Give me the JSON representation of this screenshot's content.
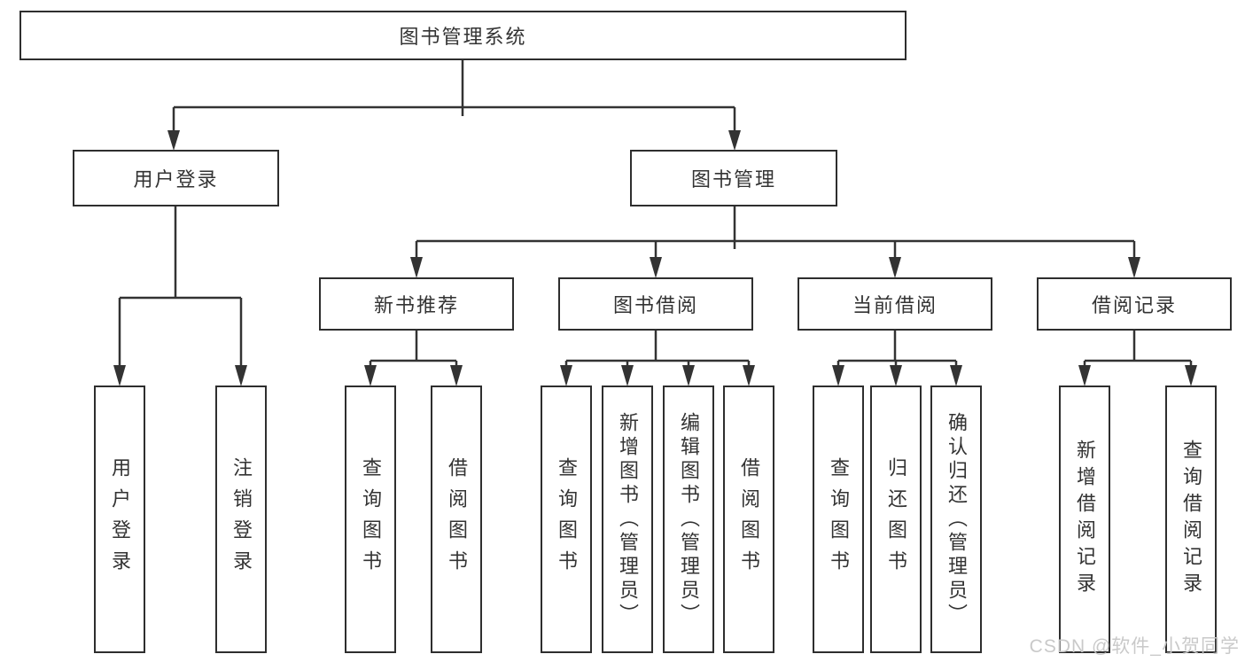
{
  "tree": {
    "root": {
      "label": "图书管理系统",
      "children": [
        {
          "label": "用户登录",
          "children": [
            {
              "label": "用户登录"
            },
            {
              "label": "注销登录"
            }
          ]
        },
        {
          "label": "图书管理",
          "children": [
            {
              "label": "新书推荐",
              "children": [
                {
                  "label": "查询图书"
                },
                {
                  "label": "借阅图书"
                }
              ]
            },
            {
              "label": "图书借阅",
              "children": [
                {
                  "label": "查询图书"
                },
                {
                  "label": "新增图书（管理员）"
                },
                {
                  "label": "编辑图书（管理员）"
                },
                {
                  "label": "借阅图书"
                }
              ]
            },
            {
              "label": "当前借阅",
              "children": [
                {
                  "label": "查询图书"
                },
                {
                  "label": "归还图书"
                },
                {
                  "label": "确认归还（管理员）"
                }
              ]
            },
            {
              "label": "借阅记录",
              "children": [
                {
                  "label": "新增借阅记录"
                },
                {
                  "label": "查询借阅记录"
                }
              ]
            }
          ]
        }
      ]
    }
  },
  "watermark": {
    "text": "CSDN @软件_小贺同学"
  },
  "colors": {
    "line": "#333333",
    "box_border": "#2e2e2e",
    "text": "#333333",
    "watermark": "#c7c7c7",
    "background": "#ffffff"
  }
}
